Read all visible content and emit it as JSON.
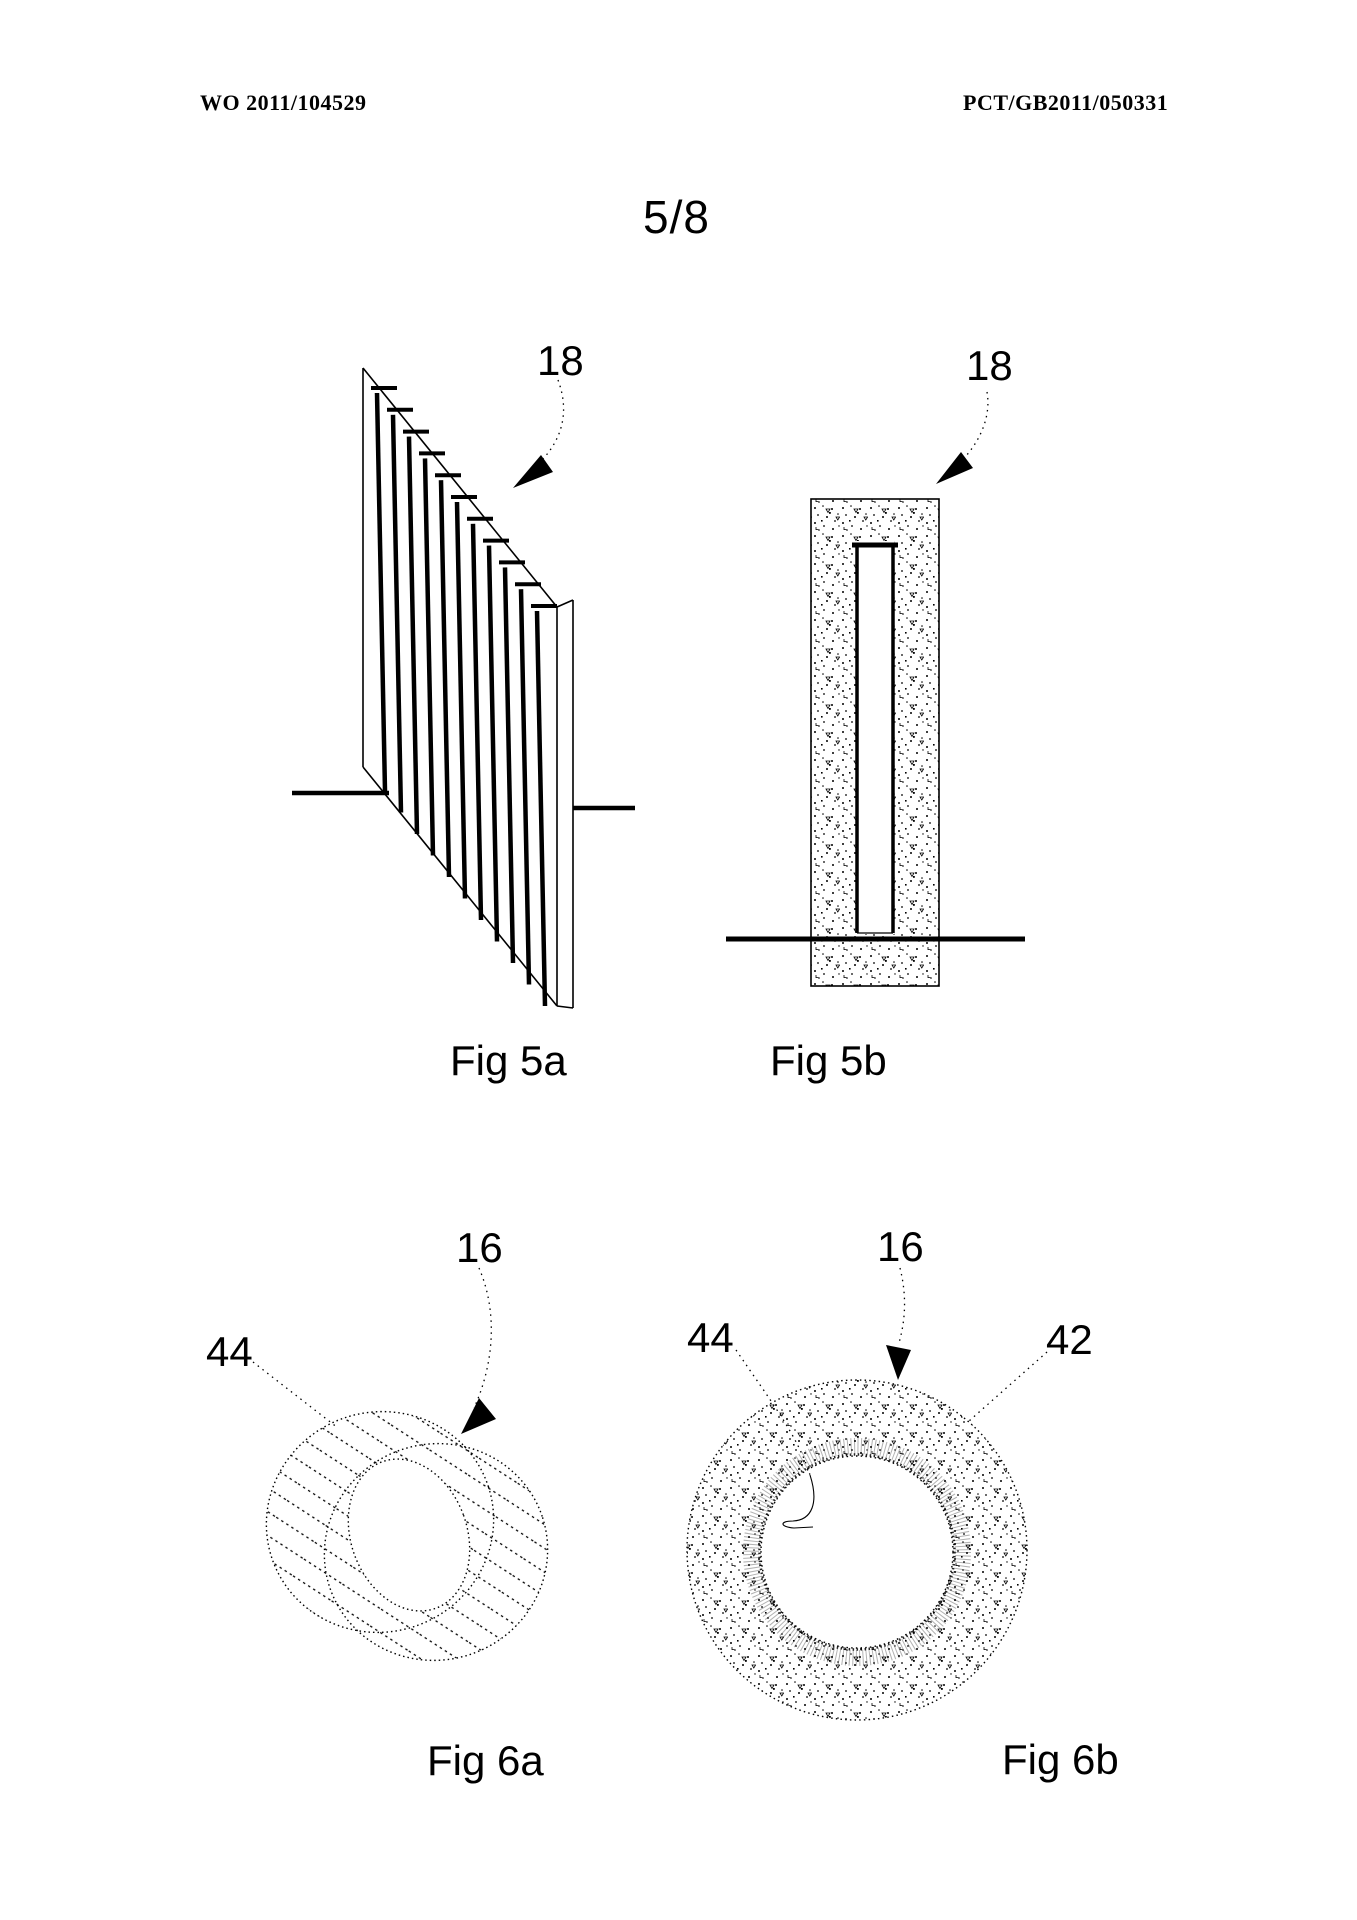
{
  "page": {
    "background": "#ffffff",
    "ink": "#000000"
  },
  "header": {
    "left": "WO 2011/104529",
    "right": "PCT/GB2011/050331"
  },
  "sheet_number": "5/8",
  "figures": {
    "fig5a": {
      "caption": "Fig 5a",
      "ref_18": "18"
    },
    "fig5b": {
      "caption": "Fig 5b",
      "ref_18": "18"
    },
    "fig6a": {
      "caption": "Fig 6a",
      "ref_16": "16",
      "ref_44": "44"
    },
    "fig6b": {
      "caption": "Fig 6b",
      "ref_16": "16",
      "ref_44": "44",
      "ref_42": "42"
    }
  }
}
